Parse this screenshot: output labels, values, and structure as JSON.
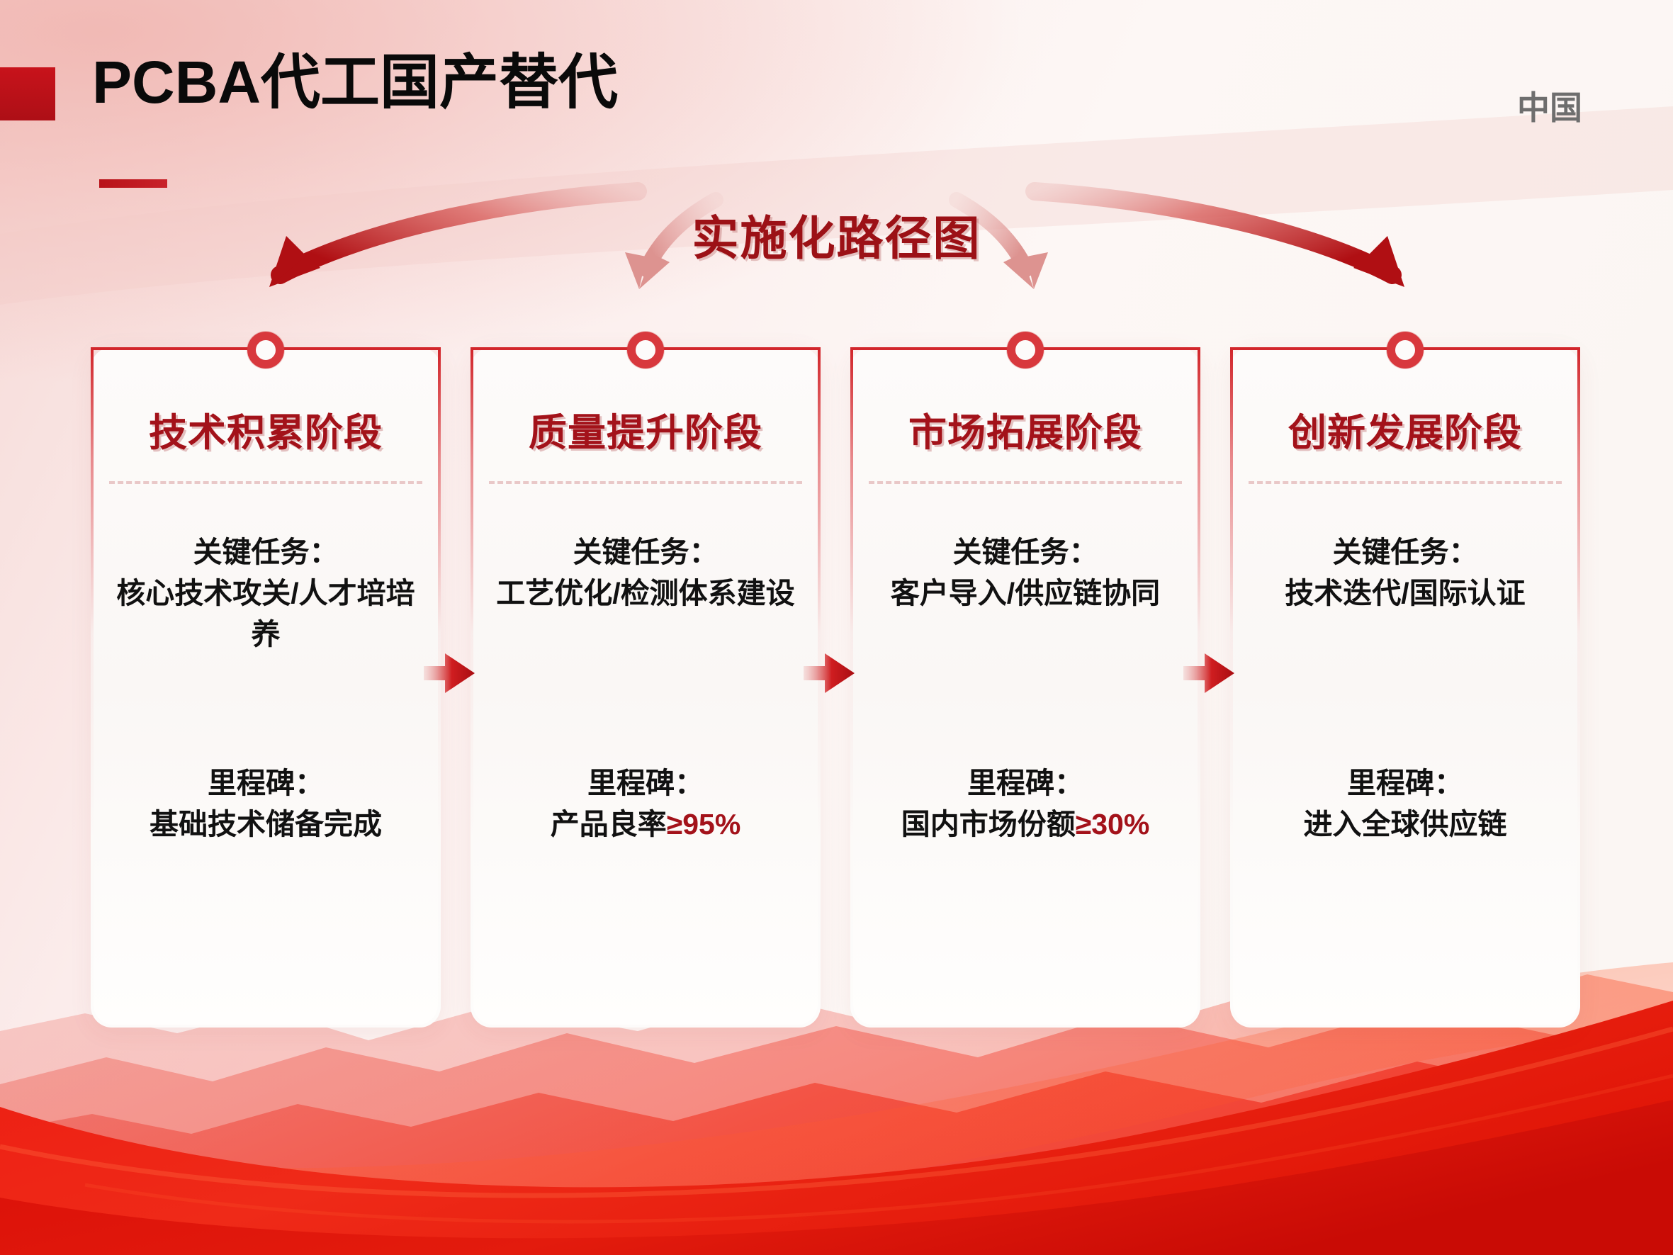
{
  "header": {
    "title": "PCBA代工国产替代",
    "region": "中国",
    "badge": "title-accent-block",
    "rule": "title-underline"
  },
  "roadmap": {
    "heading": "实施化路径图"
  },
  "colors": {
    "brand_red": "#c8131b",
    "deep_red": "#a3121a",
    "title_black": "#0a0a0a",
    "region_gray": "#6e6e6e",
    "card_bg": "#fdfbfa",
    "divider": "#e9c8c8",
    "ring": "#d8383d"
  },
  "labels": {
    "task": "关键任务：",
    "milestone": "里程碑："
  },
  "stages": [
    {
      "title": "技术积累阶段",
      "task_label": "关键任务：",
      "task_value": "核心技术攻关/人才培培养",
      "milestone_label": "里程碑：",
      "milestone_value": "基础技术储备完成",
      "milestone_highlight": ""
    },
    {
      "title": "质量提升阶段",
      "task_label": "关键任务：",
      "task_value": "工艺优化/检测体系建设",
      "milestone_label": "里程碑：",
      "milestone_value": "产品良率",
      "milestone_highlight": "≥95%"
    },
    {
      "title": "市场拓展阶段",
      "task_label": "关键任务：",
      "task_value": "客户导入/供应链协同",
      "milestone_label": "里程碑：",
      "milestone_value": "国内市场份额",
      "milestone_highlight": "≥30%"
    },
    {
      "title": "创新发展阶段",
      "task_label": "关键任务：",
      "task_value": "技术迭代/国际认证",
      "milestone_label": "里程碑：",
      "milestone_value": "进入全球供应链",
      "milestone_highlight": ""
    }
  ],
  "connectors": [
    "stage-1-to-2-arrow",
    "stage-2-to-3-arrow",
    "stage-3-to-4-arrow"
  ],
  "flow_arrows": [
    "heading-to-stage-1",
    "heading-to-stage-2",
    "heading-to-stage-3",
    "heading-to-stage-4"
  ]
}
